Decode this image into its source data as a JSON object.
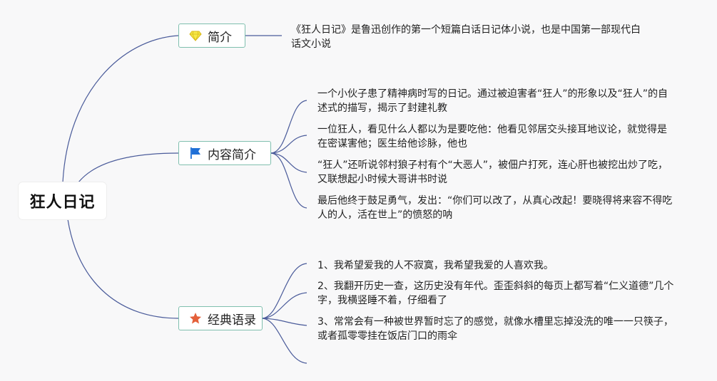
{
  "root": {
    "title": "狂人日记"
  },
  "branches": [
    {
      "label": "简介",
      "icon": "diamond-icon",
      "leaves": [
        "《狂人日记》是鲁迅创作的第一个短篇白话日记体小说，也是中国第一部现代白话文小说"
      ]
    },
    {
      "label": "内容简介",
      "icon": "flag-icon",
      "leaves": [
        "一个小伙子患了精神病时写的日记。通过被迫害者“狂人”的形象以及“狂人”的自述式的描写，揭示了封建礼教",
        "一位狂人，看见什么人都以为是要吃他：他看见邻居交头接耳地议论，就觉得是在密谋害他；医生给他诊脉，他也",
        "“狂人”还听说邻村狼子村有个“大恶人”，被佃户打死，连心肝也被挖出炒了吃，又联想起小时候大哥讲书时说",
        "最后他终于鼓足勇气，发出：“你们可以改了，从真心改起！要晓得将来容不得吃人的人，活在世上”的愤怒的呐"
      ]
    },
    {
      "label": "经典语录",
      "icon": "star-icon",
      "leaves": [
        "1、我希望爱我的人不寂寞，我希望我爱的人喜欢我。",
        "2、我翻开历史一查，这历史没有年代。歪歪斜斜的每页上都写着“仁义道德”几个字，我横竖睡不着，仔细看了",
        "3、常常会有一种被世界暂时忘了的感觉，就像水槽里忘掉没洗的唯一一只筷子，或者孤零零挂在饭店门口的雨伞"
      ]
    }
  ],
  "colors": {
    "connector": "#4a5b9a",
    "branch_border": "#7fbfae",
    "diamond": "#f1e13a",
    "flag": "#1f6fd6",
    "star": "#e4603a"
  }
}
